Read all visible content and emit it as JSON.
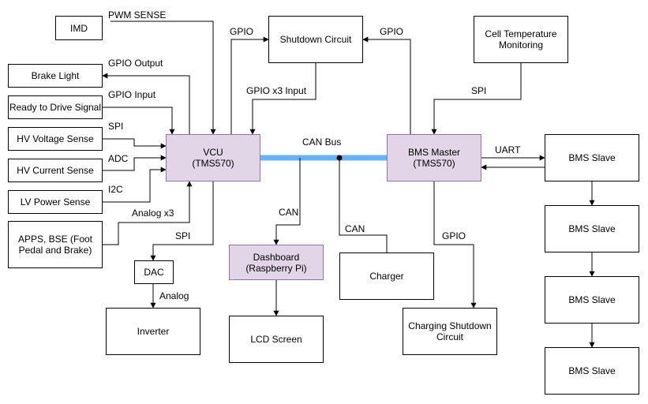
{
  "diagram": {
    "nodes": {
      "imd": "IMD",
      "brake_light": "Brake Light",
      "ready_to_drive": "Ready to Drive Signal",
      "hv_voltage": "HV Voltage Sense",
      "hv_current": "HV Current Sense",
      "lv_power": "LV Power Sense",
      "apps_bse": "APPS, BSE (Foot\nPedal and Brake)",
      "vcu": "VCU\n(TMS570)",
      "dac": "DAC",
      "inverter": "Inverter",
      "shutdown_circuit": "Shutdown Circuit",
      "dashboard": "Dashboard\n(Raspberry Pi)",
      "lcd_screen": "LCD Screen",
      "charger": "Charger",
      "bms_master": "BMS Master\n(TMS570)",
      "cell_temp": "Cell Temperature\nMonitoring",
      "charging_shutdown": "Charging Shutdown\nCircuit",
      "bms_slave_1": "BMS Slave",
      "bms_slave_2": "BMS Slave",
      "bms_slave_3": "BMS Slave",
      "bms_slave_4": "BMS Slave"
    },
    "edge_labels": {
      "pwm_sense": "PWM SENSE",
      "gpio_output": "GPIO Output",
      "gpio_input": "GPIO Input",
      "spi_hv_voltage": "SPI",
      "adc": "ADC",
      "i2c": "I2C",
      "analog_x3": "Analog x3",
      "spi_dac": "SPI",
      "analog_inverter": "Analog",
      "gpio_vcu_shutdown": "GPIO",
      "gpio_x3_input": "GPIO x3 Input",
      "gpio_bms_shutdown": "GPIO",
      "can_bus": "CAN Bus",
      "can_dashboard": "CAN",
      "can_charger": "CAN",
      "spi_cell_temp": "SPI",
      "uart": "UART",
      "gpio_charging": "GPIO"
    },
    "colors": {
      "core_fill": "#e1d5e7",
      "core_stroke": "#9673a6",
      "can_bus": "#66b2ff",
      "line": "#000000"
    }
  }
}
